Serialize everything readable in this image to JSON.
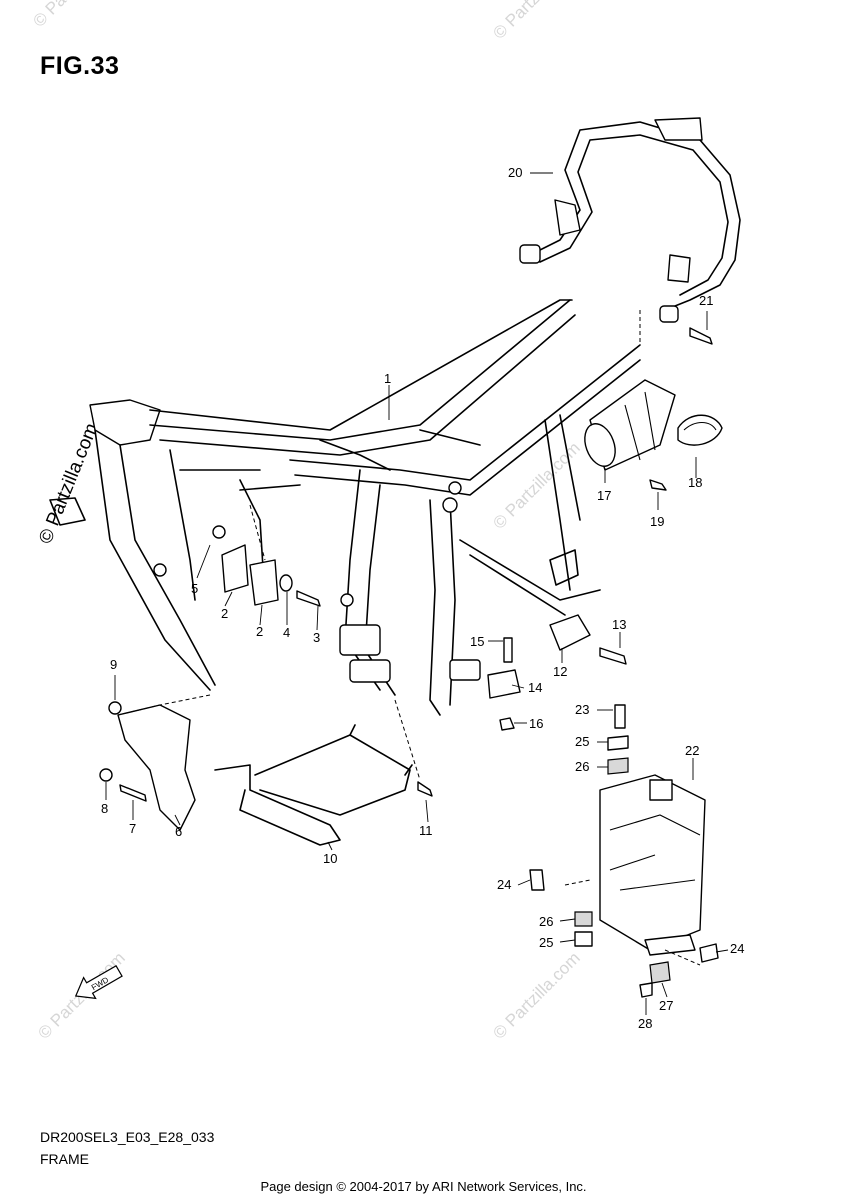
{
  "figure": {
    "title": "FIG.33",
    "model_code": "DR200SEL3_E03_E28_033",
    "section_name": "FRAME",
    "footer": "Page design © 2004-2017 by ARI Network Services, Inc."
  },
  "watermark": {
    "text": "© Partzilla.com",
    "short_text": "©"
  },
  "fwd_marker": "FWD",
  "callouts": [
    {
      "id": "1",
      "label": "1"
    },
    {
      "id": "2a",
      "label": "2"
    },
    {
      "id": "2b",
      "label": "2"
    },
    {
      "id": "3",
      "label": "3"
    },
    {
      "id": "4",
      "label": "4"
    },
    {
      "id": "5",
      "label": "5"
    },
    {
      "id": "6",
      "label": "6"
    },
    {
      "id": "7",
      "label": "7"
    },
    {
      "id": "8",
      "label": "8"
    },
    {
      "id": "9",
      "label": "9"
    },
    {
      "id": "10",
      "label": "10"
    },
    {
      "id": "11",
      "label": "11"
    },
    {
      "id": "12",
      "label": "12"
    },
    {
      "id": "13",
      "label": "13"
    },
    {
      "id": "14",
      "label": "14"
    },
    {
      "id": "15",
      "label": "15"
    },
    {
      "id": "16",
      "label": "16"
    },
    {
      "id": "17",
      "label": "17"
    },
    {
      "id": "18",
      "label": "18"
    },
    {
      "id": "19",
      "label": "19"
    },
    {
      "id": "20",
      "label": "20"
    },
    {
      "id": "21",
      "label": "21"
    },
    {
      "id": "22",
      "label": "22"
    },
    {
      "id": "23",
      "label": "23"
    },
    {
      "id": "24a",
      "label": "24"
    },
    {
      "id": "24b",
      "label": "24"
    },
    {
      "id": "25a",
      "label": "25"
    },
    {
      "id": "25b",
      "label": "25"
    },
    {
      "id": "26a",
      "label": "26"
    },
    {
      "id": "26b",
      "label": "26"
    },
    {
      "id": "27",
      "label": "27"
    },
    {
      "id": "28",
      "label": "28"
    }
  ]
}
